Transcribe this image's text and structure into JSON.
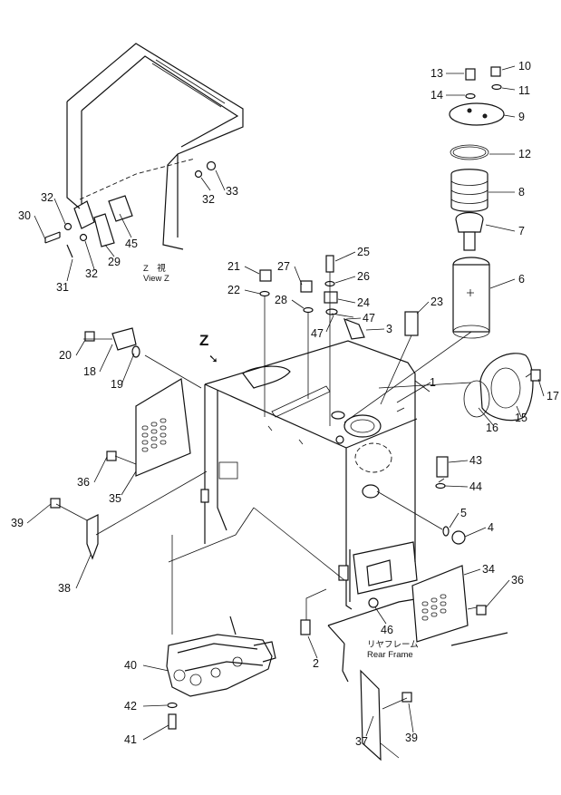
{
  "parts": {
    "p1": "1",
    "p2": "2",
    "p3": "3",
    "p4": "4",
    "p5": "5",
    "p6": "6",
    "p7": "7",
    "p8": "8",
    "p9": "9",
    "p10": "10",
    "p11": "11",
    "p12": "12",
    "p13": "13",
    "p14": "14",
    "p15": "15",
    "p16": "16",
    "p17": "17",
    "p18": "18",
    "p19": "19",
    "p20": "20",
    "p21": "21",
    "p22": "22",
    "p23": "23",
    "p24": "24",
    "p25": "25",
    "p26": "26",
    "p27": "27",
    "p28": "28",
    "p29": "29",
    "p30": "30",
    "p31": "31",
    "p32a": "32",
    "p32b": "32",
    "p32c": "32",
    "p33": "33",
    "p34": "34",
    "p35": "35",
    "p36a": "36",
    "p36b": "36",
    "p37": "37",
    "p38": "38",
    "p39a": "39",
    "p39b": "39",
    "p40": "40",
    "p41": "41",
    "p42": "42",
    "p43": "43",
    "p44": "44",
    "p45": "45",
    "p46": "46",
    "p47a": "47",
    "p47b": "47"
  },
  "captions": {
    "view_z_jp": "Z　視",
    "view_z_en": "View Z",
    "rear_frame_jp": "リヤフレーム",
    "rear_frame_en": "Rear Frame",
    "z_marker": "Z"
  }
}
